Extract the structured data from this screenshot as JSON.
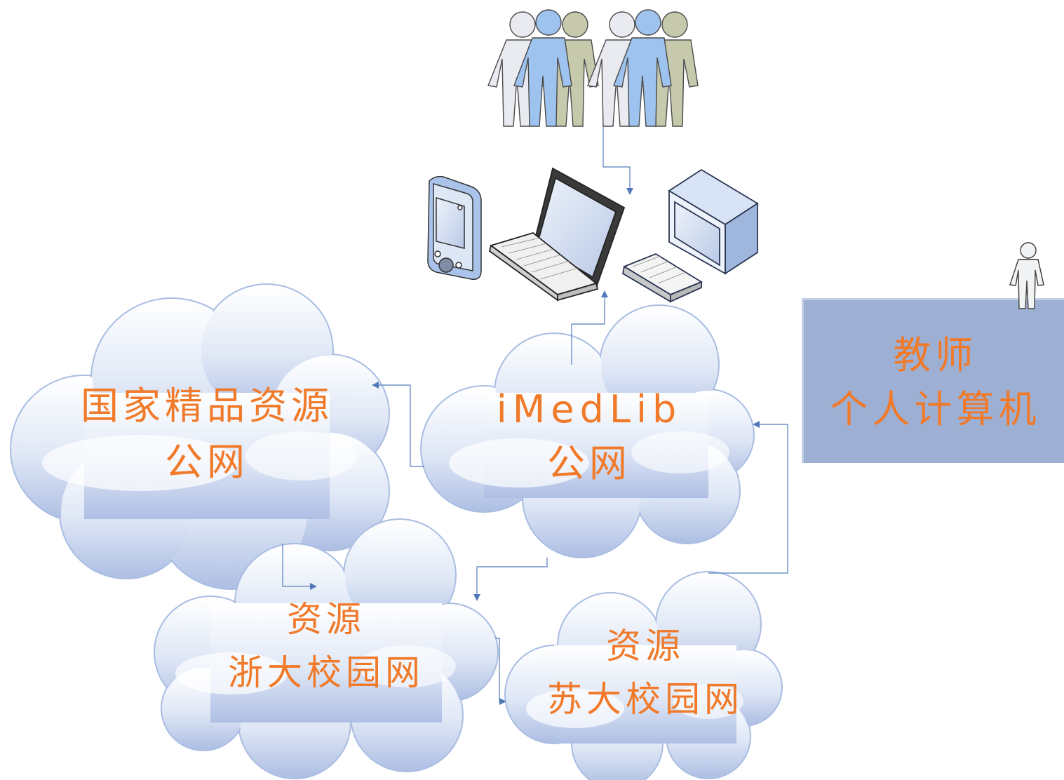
{
  "colors": {
    "label": "#f07a2a",
    "cloud_fill_top": "#ffffff",
    "cloud_fill_bottom": "#b8c9ea",
    "cloud_stroke": "#9fb3dc",
    "connector": "#4f79b8",
    "teacher_box": "#9db0d4"
  },
  "icons": {
    "user_group": "user-group-icon",
    "pda": "pda-icon",
    "laptop": "laptop-icon",
    "desktop": "desktop-computer-icon",
    "teacher_person": "person-icon"
  },
  "clouds": {
    "national": {
      "line1": "国家精品资源",
      "line2": "公网"
    },
    "imedlib": {
      "line1": "iMedLib",
      "line2": "公网"
    },
    "zju": {
      "line1": "资源",
      "line2": "浙大校园网"
    },
    "suzhou": {
      "line1": "资源",
      "line2": "苏大校园网"
    }
  },
  "teacher": {
    "line1": "教师",
    "line2": "个人计算机"
  }
}
